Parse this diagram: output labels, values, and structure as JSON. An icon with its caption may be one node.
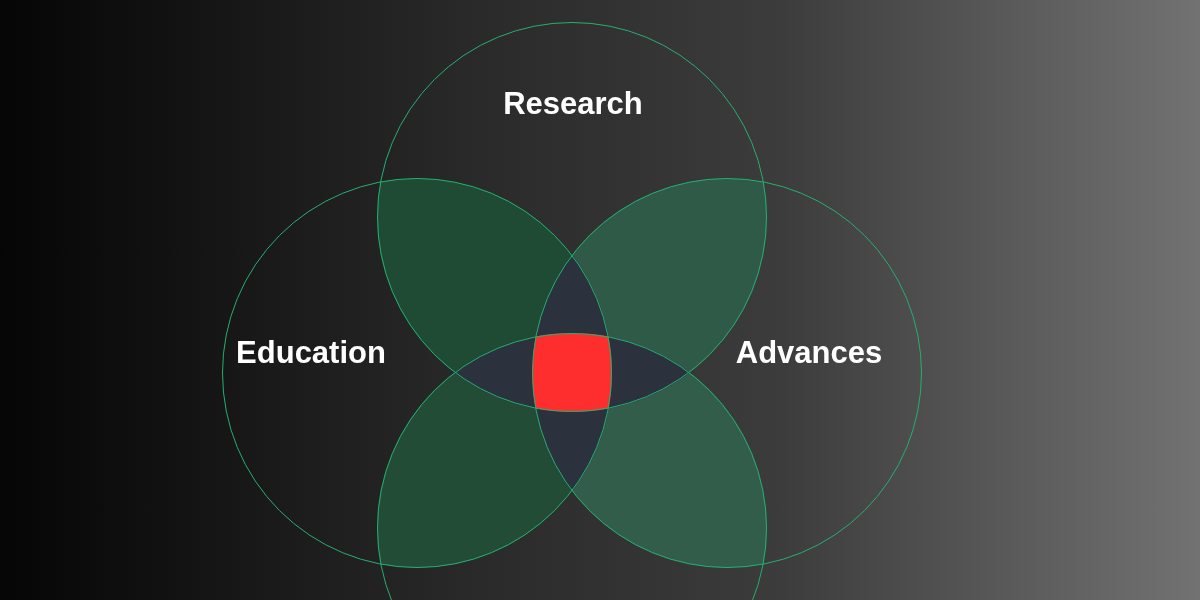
{
  "diagram": {
    "nodes": [
      {
        "text": [
          "Research"
        ]
      },
      {
        "text": [
          "Education"
        ]
      },
      {
        "text": [
          "Advances"
        ]
      },
      {
        "text": [],
        "shape": "circle"
      }
    ]
  }
}
